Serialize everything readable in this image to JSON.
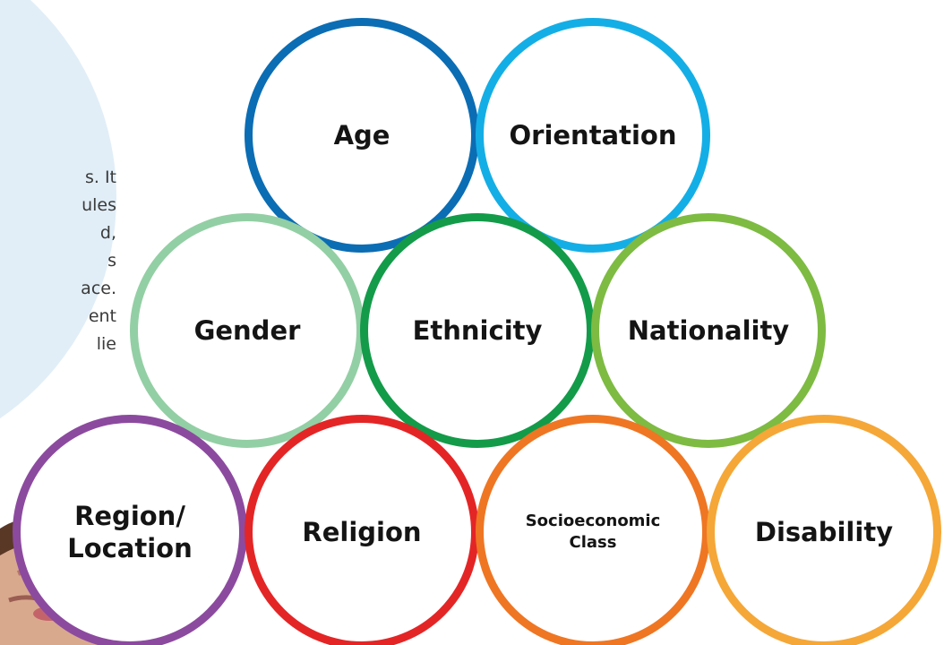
{
  "intro_text_fragments": [
    "s. It",
    "ules",
    "d,",
    "s",
    "ace.",
    "ent",
    "lie"
  ],
  "colors": {
    "panel_background": "#e1eef7",
    "age": "#0b6db4",
    "orientation": "#14aee6",
    "gender": "#93cfa4",
    "ethnicity": "#139b49",
    "nationality": "#7dbb42",
    "region_location": "#8c4a9f",
    "religion": "#e42526",
    "socioeconomic_class": "#ef7623",
    "disability": "#f5a737"
  },
  "diagram": {
    "nodes": [
      {
        "id": "age",
        "label": "Age"
      },
      {
        "id": "orientation",
        "label": "Orientation"
      },
      {
        "id": "gender",
        "label": "Gender"
      },
      {
        "id": "ethnicity",
        "label": "Ethnicity"
      },
      {
        "id": "nationality",
        "label": "Nationality"
      },
      {
        "id": "region_location",
        "label": "Region/\nLocation"
      },
      {
        "id": "religion",
        "label": "Religion"
      },
      {
        "id": "socioeconomic_class",
        "label": "Socioeconomic\nClass"
      },
      {
        "id": "disability",
        "label": "Disability"
      }
    ]
  }
}
